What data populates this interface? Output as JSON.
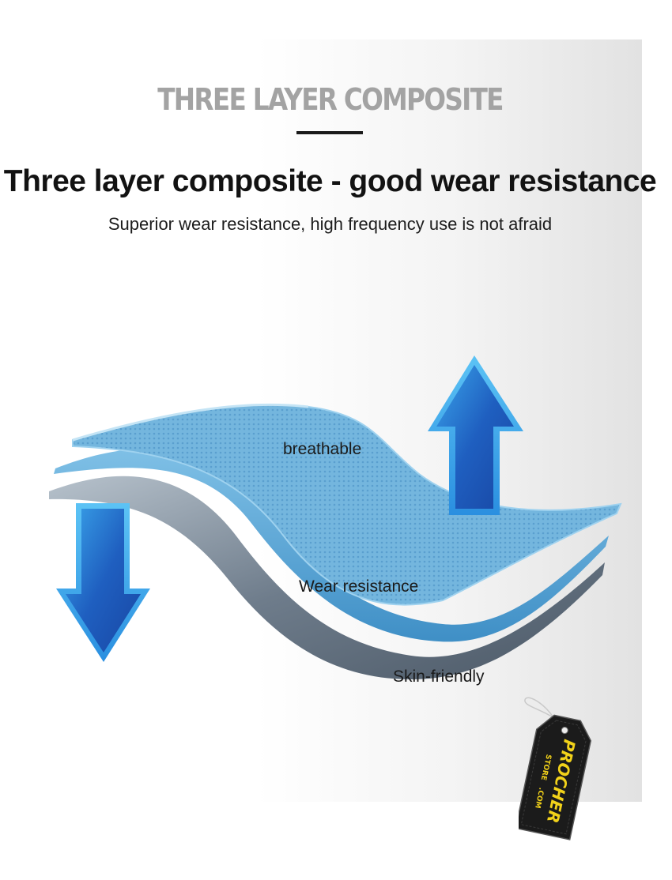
{
  "header": {
    "title": "THREE LAYER COMPOSITE",
    "heading": "Three layer composite - good wear resistance",
    "subheading": "Superior wear resistance, high frequency use is not afraid"
  },
  "layers": {
    "top": "breathable",
    "middle": "Wear resistance",
    "bottom": "Skin-friendly"
  },
  "brand_tag": {
    "logo_text": "PROCHER STORE .COM"
  },
  "colors": {
    "title_gray": "#a3a3a3",
    "arrow_blue": "#1f5fc0",
    "layer_blue": "#6fb3dc",
    "layer_gray": "#8d9aa8"
  },
  "icons": {
    "up_arrow": "arrow-up-icon",
    "down_arrow": "arrow-down-icon"
  }
}
